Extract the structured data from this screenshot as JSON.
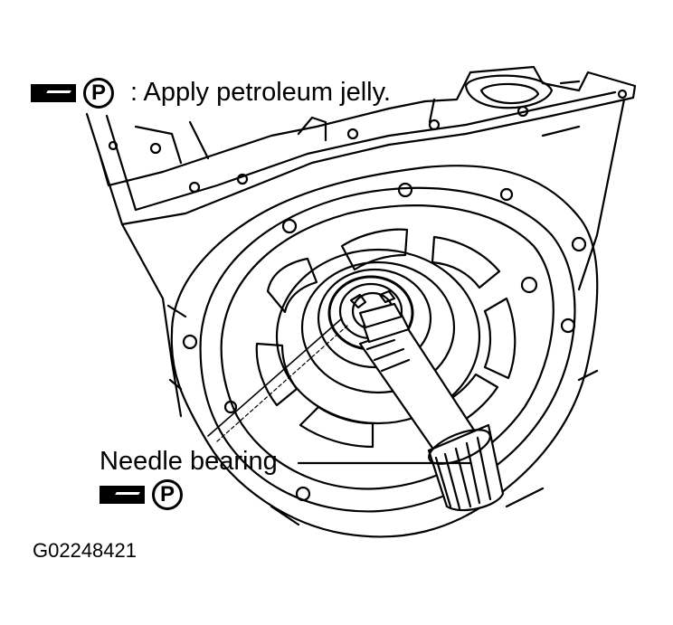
{
  "legend": {
    "symbol_icon": "petroleum-jelly-brush-icon",
    "symbol_letter": "P",
    "text": ": Apply petroleum jelly."
  },
  "callouts": {
    "needle_bearing": {
      "label": "Needle bearing",
      "symbol_letter": "P",
      "symbol_icon": "petroleum-jelly-brush-icon"
    }
  },
  "figure_code": "G02248421",
  "colors": {
    "ink": "#000000",
    "paper": "#ffffff"
  }
}
